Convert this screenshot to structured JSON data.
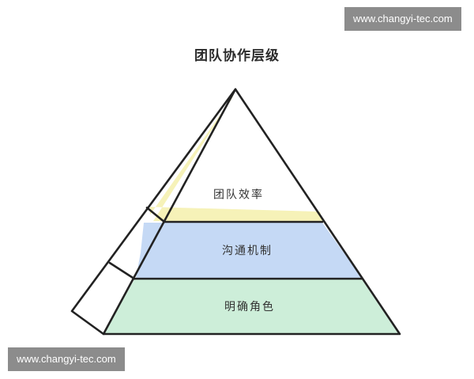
{
  "watermark": {
    "top": "www.changyi-tec.com",
    "bottom": "www.changyi-tec.com"
  },
  "title": "团队协作层级",
  "layers": [
    {
      "label": "团队效率",
      "color": "#f6f2b8"
    },
    {
      "label": "沟通机制",
      "color": "#c5d9f5"
    },
    {
      "label": "明确角色",
      "color": "#cdeed9"
    }
  ],
  "colors": {
    "outline": "#222222"
  }
}
